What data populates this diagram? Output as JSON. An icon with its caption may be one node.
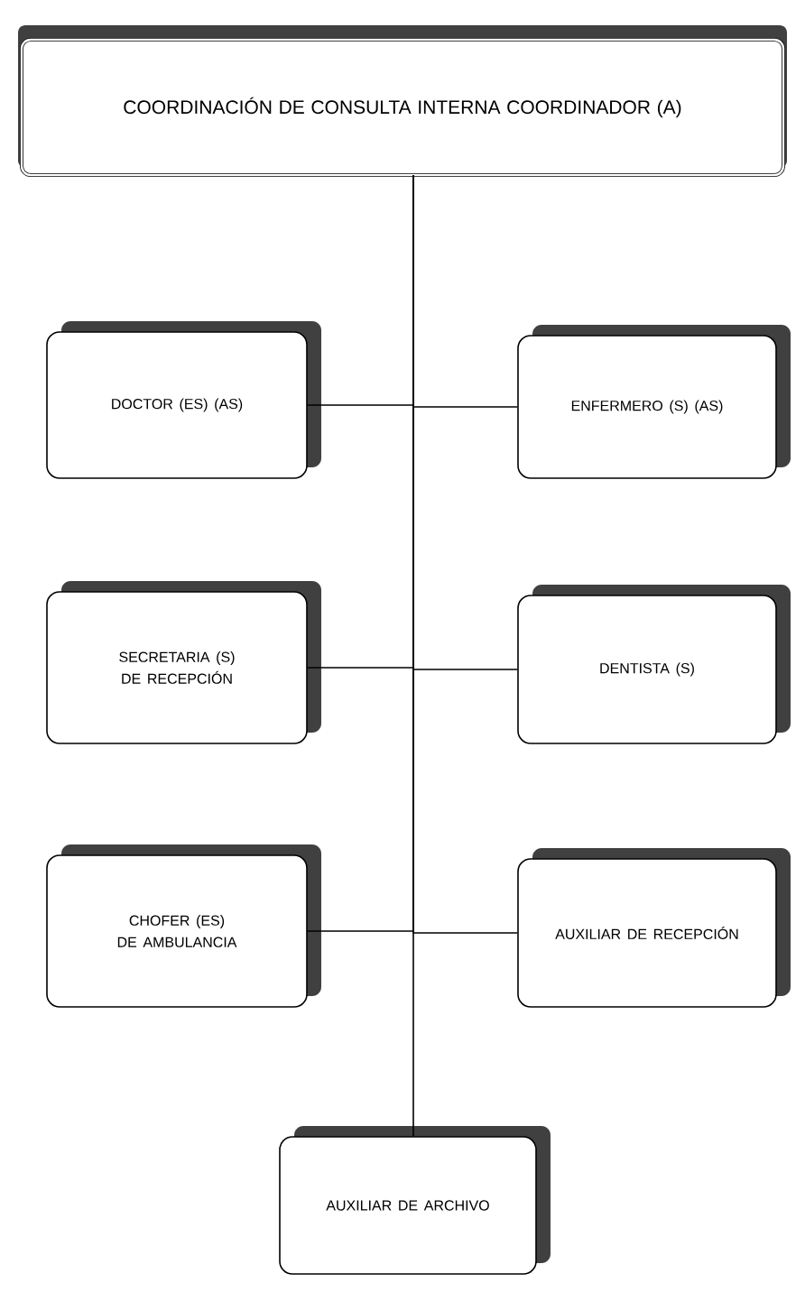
{
  "diagram": {
    "nodes": [
      {
        "text": [
          "COORDINACIÓN DE CONSULTA INTERNA COORDINADOR (A)"
        ]
      },
      {
        "text": [
          "DOCTOR (ES) (AS)"
        ]
      },
      {
        "text": [
          "ENFERMERO (S) (AS)"
        ]
      },
      {
        "text": [
          "SECRETARIA (S) DE RECEPCIÓN"
        ]
      },
      {
        "text": [
          "DENTISTA (S)"
        ]
      },
      {
        "text": [
          "CHOFER (ES) DE AMBULANCIA"
        ]
      },
      {
        "text": [
          "AUXILIAR DE RECEPCIÓN"
        ]
      },
      {
        "text": [
          "AUXILIAR DE ARCHIVO"
        ]
      }
    ],
    "edges": [
      {
        "from": 0,
        "to": 1,
        "arrow": "none"
      },
      {
        "from": 0,
        "to": 2,
        "arrow": "none"
      },
      {
        "from": 0,
        "to": 3,
        "arrow": "none"
      },
      {
        "from": 0,
        "to": 4,
        "arrow": "none"
      },
      {
        "from": 0,
        "to": 5,
        "arrow": "none"
      },
      {
        "from": 0,
        "to": 6,
        "arrow": "none"
      },
      {
        "from": 0,
        "to": 7,
        "arrow": "none"
      }
    ]
  }
}
